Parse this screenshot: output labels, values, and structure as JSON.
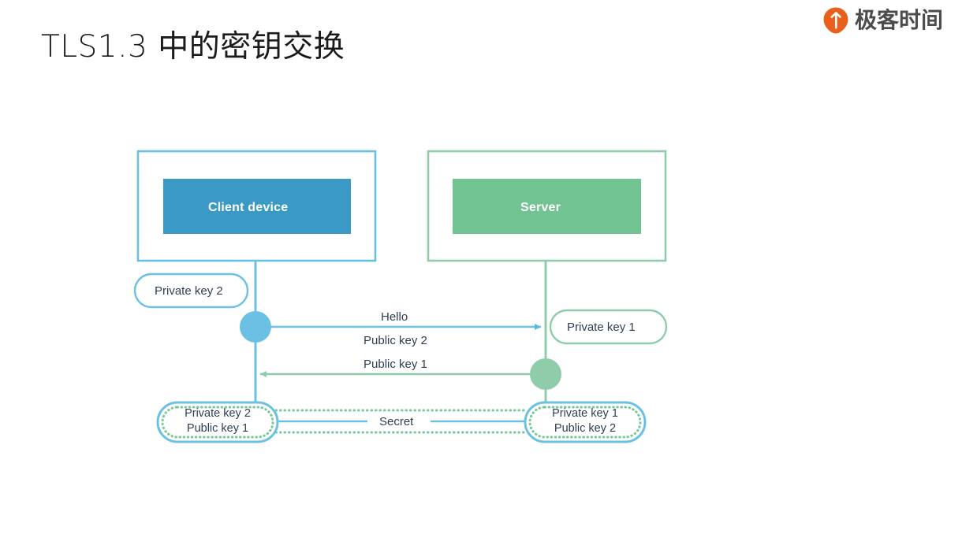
{
  "slide": {
    "title": "TLS1.3 中的密钥交换",
    "background_color": "#ffffff"
  },
  "brand": {
    "name": "极客时间",
    "icon": "geektime-pin-icon",
    "icon_color": "#e8601c"
  },
  "colors": {
    "client_fill": "#3a9ac5",
    "client_border": "#68c0e0",
    "server_fill": "#71c392",
    "server_border": "#8fcdaa",
    "blue_line": "#6cc0e3",
    "green_line": "#8fcdaa",
    "dotted_green": "#76c79a",
    "text": "#2d3f52"
  },
  "diagram": {
    "type": "sequence",
    "nodes": [
      {
        "id": "client",
        "label": "Client device",
        "side": "left",
        "fill": "#3a9ac5",
        "border": "#68c0e0"
      },
      {
        "id": "server",
        "label": "Server",
        "side": "right",
        "fill": "#71c392",
        "border": "#8fcdaa"
      }
    ],
    "key_pills": [
      {
        "id": "client-private",
        "label": "Private key 2",
        "side": "left",
        "style": "solid-blue"
      },
      {
        "id": "server-private",
        "label": "Private key 1",
        "side": "right",
        "style": "solid-green"
      }
    ],
    "messages": [
      {
        "id": "msg-hello",
        "label": "Hello",
        "direction": "right",
        "color": "#6cc0e3"
      },
      {
        "id": "msg-public-key-2",
        "label": "Public key 2",
        "direction": "right",
        "color": "#6cc0e3"
      },
      {
        "id": "msg-public-key-1",
        "label": "Public key 1",
        "direction": "left",
        "color": "#8fcdaa"
      }
    ],
    "result_pills": [
      {
        "id": "client-result",
        "line1": "Private key 2",
        "line2": "Public key 1",
        "side": "left",
        "style": "double-dotted"
      },
      {
        "id": "server-result",
        "line1": "Private key 1",
        "line2": "Public key 2",
        "side": "right",
        "style": "double-dotted"
      }
    ],
    "shared": {
      "id": "shared-secret",
      "label": "Secret"
    }
  }
}
